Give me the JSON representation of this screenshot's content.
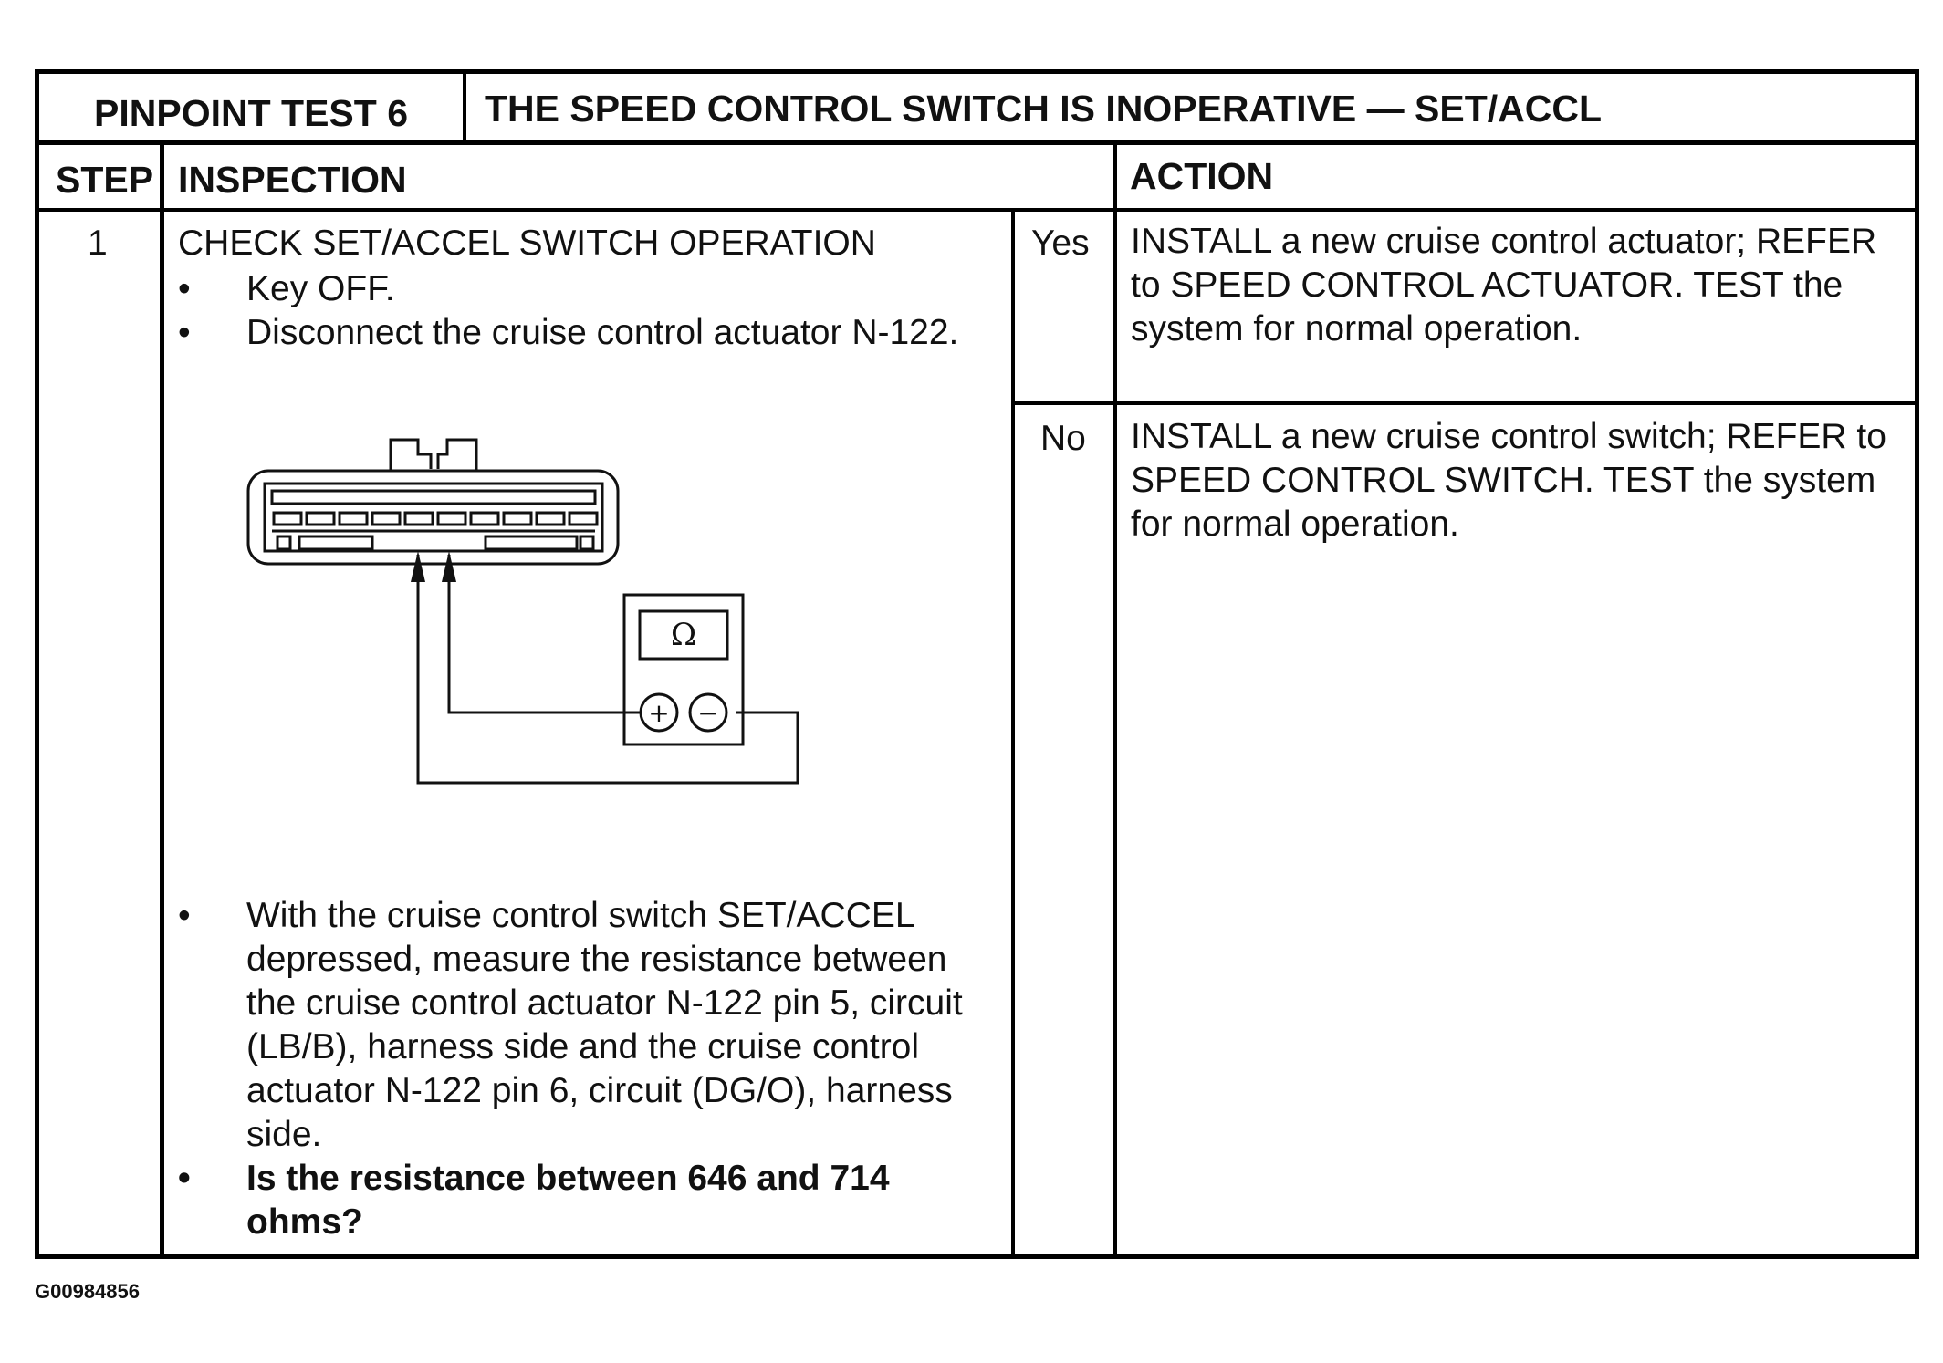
{
  "header": {
    "test_label": "PINPOINT TEST 6",
    "title": "THE SPEED CONTROL SWITCH IS INOPERATIVE — SET/ACCL"
  },
  "columns": {
    "step": "STEP",
    "inspection": "INSPECTION",
    "action": "ACTION"
  },
  "step": {
    "number": "1",
    "heading": "CHECK SET/ACCEL SWITCH OPERATION",
    "bullets_top": [
      "Key OFF.",
      "Disconnect the cruise control actuator N-122."
    ],
    "diagram": {
      "meter_symbol": "Ω",
      "plus_terminal": "+",
      "minus_terminal": "−",
      "connector_pin_count": 10
    },
    "bullets_bottom": [
      "With the cruise control switch SET/ACCEL depressed, measure the resistance between the cruise control actuator N-122 pin 5, circuit (LB/B), harness side and the cruise control actuator N-122 pin 6, circuit (DG/O), harness side."
    ],
    "question": "Is the resistance between 646 and 714 ohms?"
  },
  "results": [
    {
      "answer": "Yes",
      "action": "INSTALL a new cruise control actuator; REFER to SPEED CONTROL ACTUATOR. TEST the system for normal operation."
    },
    {
      "answer": "No",
      "action": "INSTALL a new cruise control switch; REFER to SPEED CONTROL SWITCH. TEST the system for normal operation."
    }
  ],
  "figure_id": "G00984856"
}
